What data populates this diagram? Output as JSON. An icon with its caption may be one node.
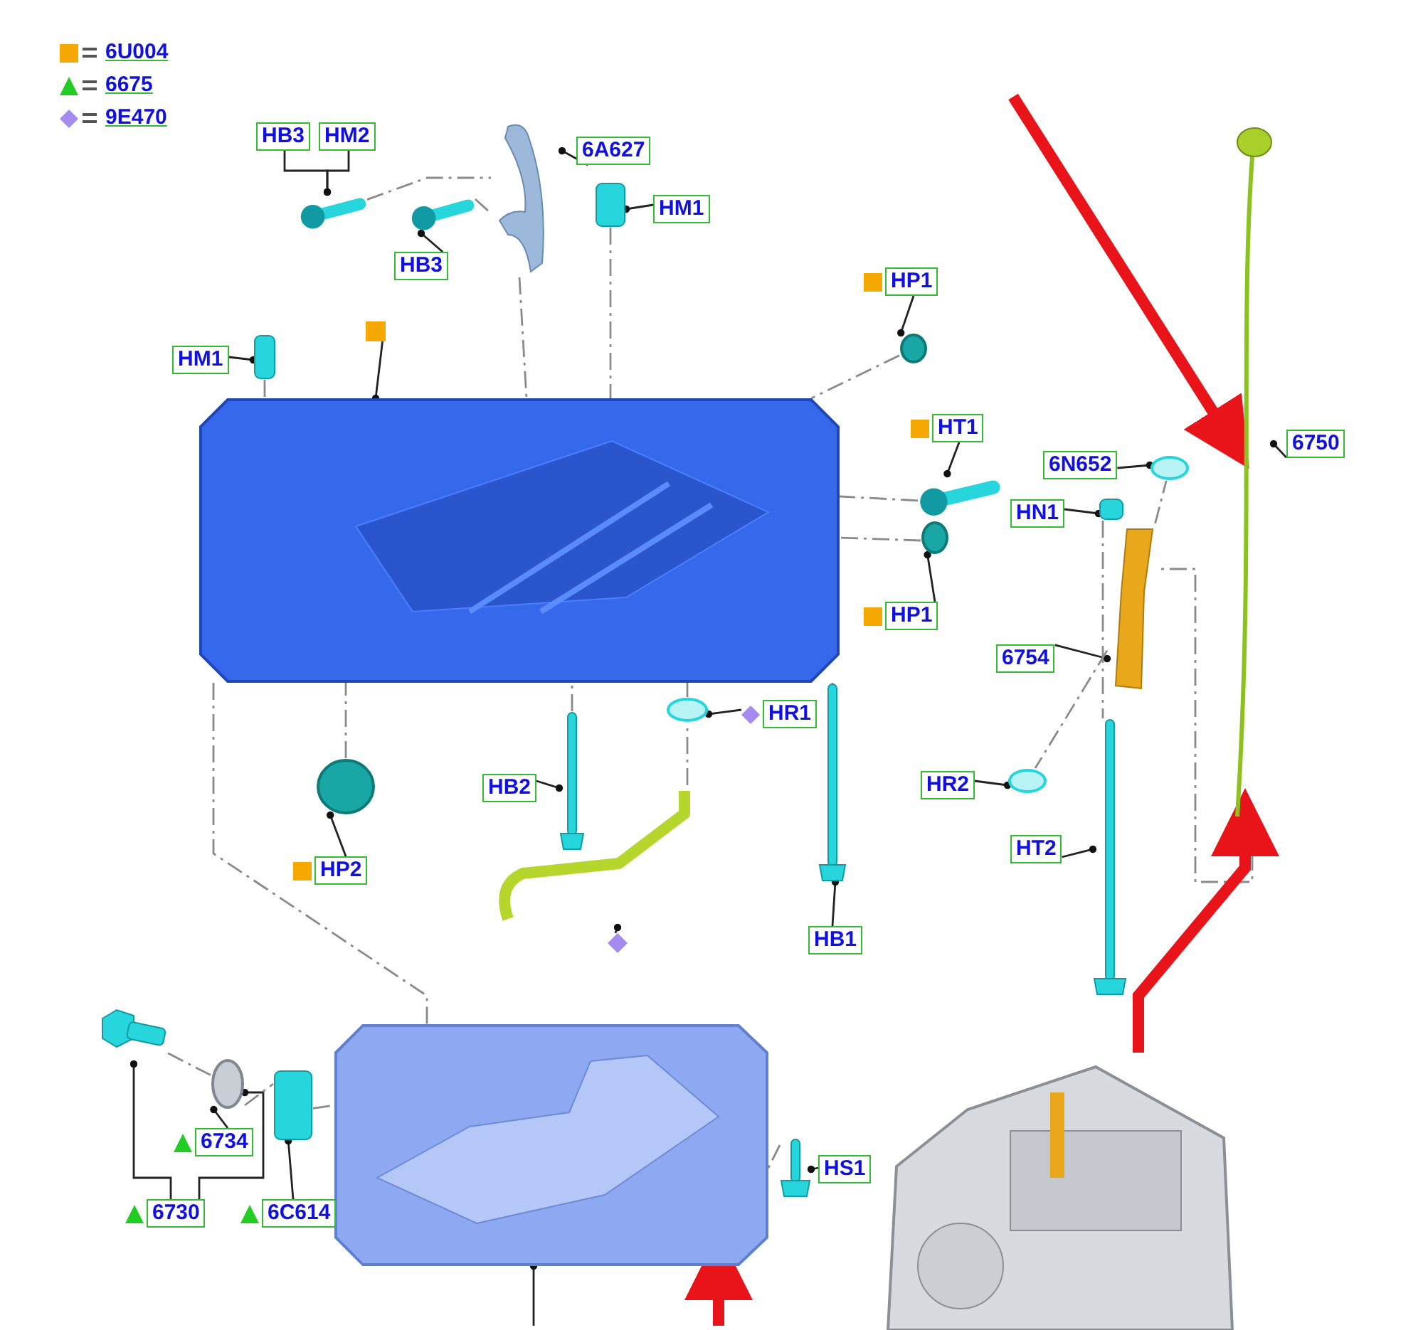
{
  "diagram": {
    "nodes": [
      {
        "text": [
          "HB3"
        ]
      },
      {
        "text": [
          "HM2"
        ]
      },
      {
        "text": [
          "6A627"
        ]
      },
      {
        "text": [],
        "shape": "picture"
      },
      {
        "text": [],
        "shape": "picture"
      },
      {
        "text": [],
        "shape": "picture"
      },
      {
        "text": [
          "HM1"
        ]
      },
      {
        "text": [],
        "shape": "box"
      },
      {
        "text": [
          "HB3"
        ]
      },
      {
        "text": [
          "HP1"
        ]
      },
      {
        "text": [],
        "shape": "box"
      },
      {
        "text": [],
        "shape": "circle"
      },
      {
        "text": [
          "HM1"
        ]
      },
      {
        "text": [],
        "shape": "box"
      },
      {
        "text": [],
        "shape": "picture"
      },
      {
        "text": [
          "HT1"
        ]
      },
      {
        "text": [
          "6N652"
        ]
      },
      {
        "text": [
          "6750"
        ]
      },
      {
        "text": [],
        "shape": "picture"
      },
      {
        "text": [],
        "shape": "circle"
      },
      {
        "text": [],
        "shape": "picture"
      },
      {
        "text": [
          "HN1"
        ]
      },
      {
        "text": [],
        "shape": "box"
      },
      {
        "text": [],
        "shape": "circle"
      },
      {
        "text": [
          "HP1"
        ]
      },
      {
        "text": [
          "6754"
        ]
      },
      {
        "text": [],
        "shape": "picture"
      },
      {
        "text": [],
        "shape": "circle"
      },
      {
        "text": [
          "HR1"
        ]
      },
      {
        "text": [],
        "shape": "picture"
      },
      {
        "text": [],
        "shape": "picture"
      },
      {
        "text": [],
        "shape": "picture"
      },
      {
        "text": [
          "HB2"
        ]
      },
      {
        "text": [
          "HR2"
        ]
      },
      {
        "text": [],
        "shape": "circle"
      },
      {
        "text": [],
        "shape": "circle"
      },
      {
        "text": [],
        "shape": "picture"
      },
      {
        "text": [
          "HT2"
        ]
      },
      {
        "text": [
          "HP2"
        ]
      },
      {
        "text": [],
        "shape": "diamond"
      },
      {
        "text": [
          "HB1"
        ]
      },
      {
        "text": [],
        "shape": "picture"
      },
      {
        "text": [],
        "shape": "circle"
      },
      {
        "text": [],
        "shape": "box"
      },
      {
        "text": [],
        "shape": "picture"
      },
      {
        "text": [],
        "shape": "picture"
      },
      {
        "text": [
          "6734"
        ]
      },
      {
        "text": [
          "6730"
        ]
      },
      {
        "text": [
          "6C614"
        ]
      },
      {
        "text": [
          "HS1"
        ]
      },
      {
        "text": [],
        "shape": "picture"
      }
    ],
    "edges": [
      {
        "from": 0,
        "to": 4,
        "arrow": "other"
      },
      {
        "from": 1,
        "to": 4,
        "arrow": "other"
      },
      {
        "from": 2,
        "to": 3,
        "arrow": "other"
      },
      {
        "from": 6,
        "to": 7,
        "arrow": "other"
      },
      {
        "from": 8,
        "to": 5,
        "arrow": "other"
      },
      {
        "from": 9,
        "to": 11,
        "arrow": "other"
      },
      {
        "from": 10,
        "to": 14,
        "arrow": "other"
      },
      {
        "from": 12,
        "to": 13,
        "arrow": "other"
      },
      {
        "from": 15,
        "to": 20,
        "arrow": "other"
      },
      {
        "from": 16,
        "to": 19,
        "arrow": "other"
      },
      {
        "from": 17,
        "to": 18,
        "arrow": "other"
      },
      {
        "from": 21,
        "to": 22,
        "arrow": "other"
      },
      {
        "from": 24,
        "to": 23,
        "arrow": "other"
      },
      {
        "from": 25,
        "to": 26,
        "arrow": "other"
      },
      {
        "from": 28,
        "to": 27,
        "arrow": "other"
      },
      {
        "from": 32,
        "to": 31,
        "arrow": "other"
      },
      {
        "from": 33,
        "to": 34,
        "arrow": "other"
      },
      {
        "from": 37,
        "to": 30,
        "arrow": "other"
      },
      {
        "from": 38,
        "to": 35,
        "arrow": "other"
      },
      {
        "from": 39,
        "to": 36,
        "arrow": "other"
      },
      {
        "from": 40,
        "to": 29,
        "arrow": "other"
      },
      {
        "from": 46,
        "to": 42,
        "arrow": "other"
      },
      {
        "from": 47,
        "to": 41,
        "arrow": "other"
      },
      {
        "from": 47,
        "to": 42,
        "arrow": "other"
      },
      {
        "from": 48,
        "to": 43,
        "arrow": "other"
      },
      {
        "from": 49,
        "to": 50,
        "arrow": "other"
      },
      {
        "from": null,
        "to": 44,
        "arrow": "other"
      },
      {
        "from": 4,
        "to": 3,
        "arrow": "none",
        "style": "dashed",
        "color": "#8a8a8a"
      },
      {
        "from": 5,
        "to": 3,
        "arrow": "none",
        "style": "dashed",
        "color": "#8a8a8a"
      },
      {
        "from": 3,
        "to": 14,
        "arrow": "none",
        "style": "dashed",
        "color": "#8a8a8a"
      },
      {
        "from": 7,
        "to": 14,
        "arrow": "none",
        "style": "dashed",
        "color": "#8a8a8a"
      },
      {
        "from": 13,
        "to": 14,
        "arrow": "none",
        "style": "dashed",
        "color": "#8a8a8a"
      },
      {
        "from": 11,
        "to": 14,
        "arrow": "none",
        "style": "dashed",
        "color": "#8a8a8a"
      },
      {
        "from": 20,
        "to": 14,
        "arrow": "none",
        "style": "dashed",
        "color": "#8a8a8a"
      },
      {
        "from": 23,
        "to": 14,
        "arrow": "none",
        "style": "dashed",
        "color": "#8a8a8a"
      },
      {
        "from": 35,
        "to": 14,
        "arrow": "none",
        "style": "dashed",
        "color": "#8a8a8a"
      },
      {
        "from": 31,
        "to": 14,
        "arrow": "none",
        "style": "dashed",
        "color": "#8a8a8a"
      },
      {
        "from": 27,
        "to": 14,
        "arrow": "none",
        "style": "dashed",
        "color": "#8a8a8a"
      },
      {
        "from": 36,
        "to": 27,
        "arrow": "none",
        "style": "dashed",
        "color": "#8a8a8a"
      },
      {
        "from": 29,
        "to": 14,
        "arrow": "none",
        "style": "dashed",
        "color": "#8a8a8a"
      },
      {
        "from": 14,
        "to": 44,
        "arrow": "none",
        "style": "dashed",
        "color": "#8a8a8a"
      },
      {
        "from": 26,
        "to": 19,
        "arrow": "none",
        "style": "dashed",
        "color": "#8a8a8a"
      },
      {
        "from": 22,
        "to": 30,
        "arrow": "none",
        "style": "dashed",
        "color": "#8a8a8a"
      },
      {
        "from": 26,
        "to": 34,
        "arrow": "none",
        "style": "dashed",
        "color": "#8a8a8a"
      },
      {
        "from": 18,
        "to": 26,
        "arrow": "none",
        "style": "dashed",
        "color": "#8a8a8a"
      },
      {
        "from": 41,
        "to": 42,
        "arrow": "none",
        "style": "dashed",
        "color": "#8a8a8a"
      },
      {
        "from": 42,
        "to": 43,
        "arrow": "none",
        "style": "dashed",
        "color": "#8a8a8a"
      },
      {
        "from": 43,
        "to": 44,
        "arrow": "none",
        "style": "dashed",
        "color": "#8a8a8a"
      },
      {
        "from": 50,
        "to": 44,
        "arrow": "none",
        "style": "dashed",
        "color": "#8a8a8a"
      },
      {
        "from": null,
        "to": 18,
        "arrow": "to",
        "style": "thick",
        "color": "#e8141a"
      },
      {
        "from": 45,
        "to": 18,
        "arrow": "to",
        "style": "thick",
        "color": "#e8141a"
      },
      {
        "from": null,
        "to": 44,
        "arrow": "to",
        "style": "thick",
        "color": "#e8141a"
      }
    ],
    "legend": [
      {
        "text": "6U004",
        "color": "#f5a800"
      },
      {
        "text": "6675",
        "color": "#22cc22"
      },
      {
        "text": "9E470",
        "color": "#a58af0"
      }
    ]
  }
}
